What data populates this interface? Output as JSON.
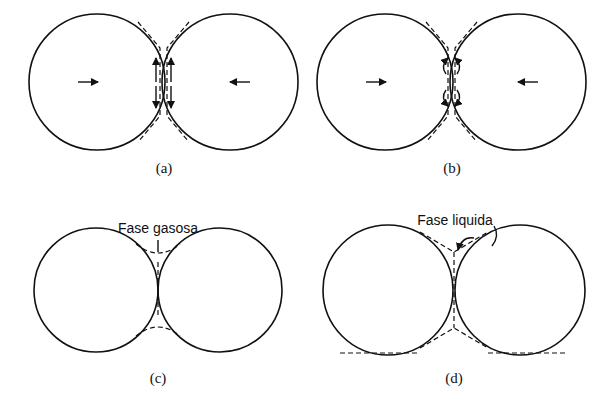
{
  "diagram": {
    "labels": [
      "(a)",
      "(b)",
      "Fase gasosa",
      "(c)",
      "Fase liquida",
      "(d)"
    ]
  }
}
